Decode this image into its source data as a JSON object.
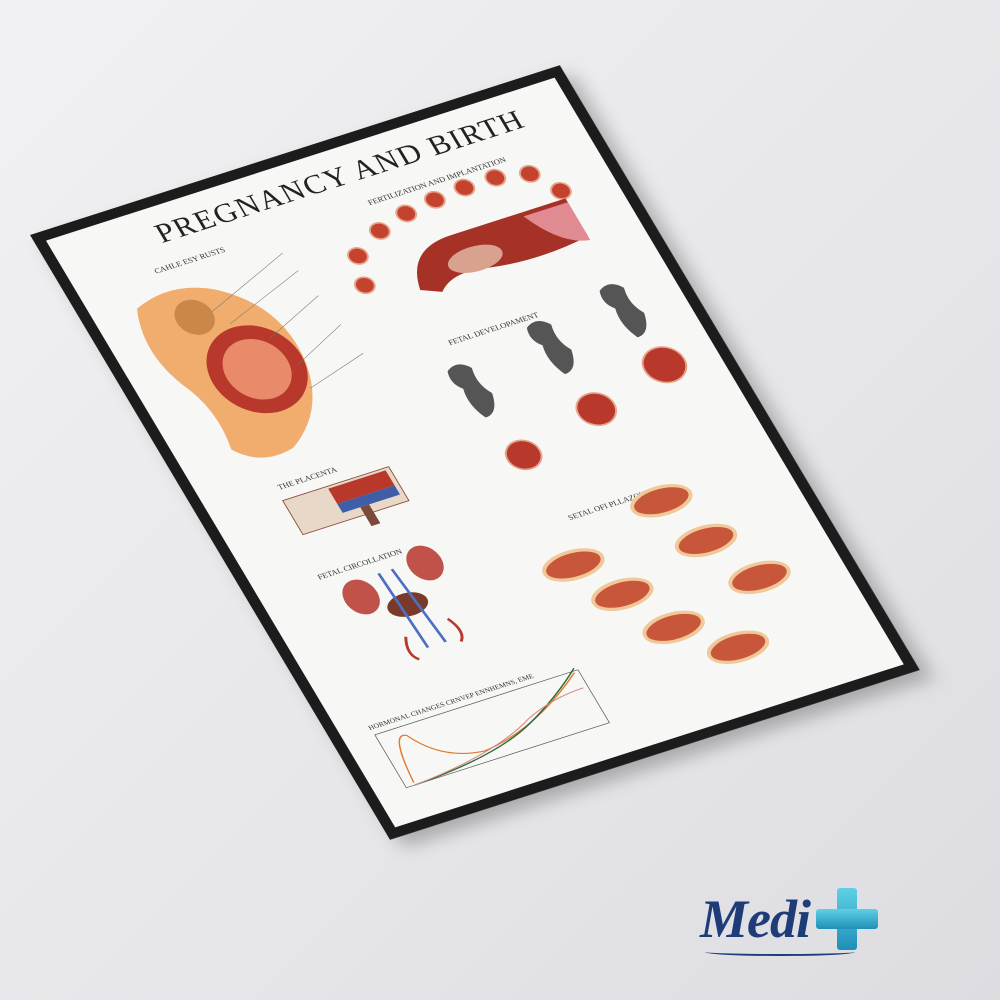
{
  "poster": {
    "title": "PREGNANCY AND BIRTH",
    "sections": {
      "cavity": "CAHLE ESY RUSTS",
      "fertilization": "FERTILIZATION AND IMPLANTATION",
      "fetal_development": "FETAL DEVELOPAMENT",
      "placenta": "THE PLACENTA",
      "fetal_circulation": "FETAL CIRCOLLATION",
      "hormonal": "HORMONAL CHANGES CRNVEP ENNHEMNS, EME",
      "setal": "SETAL OFI PLLAZOH"
    },
    "colors": {
      "frame": "#1b1b1b",
      "paper": "#f7f7f5",
      "tissue": "#b8382c",
      "skin": "#f0ad6e"
    }
  },
  "logo": {
    "text": "Medi",
    "icon": "medical-cross-icon",
    "colors": {
      "text": "#1d3c78",
      "cross": "#2ea6cf"
    }
  }
}
